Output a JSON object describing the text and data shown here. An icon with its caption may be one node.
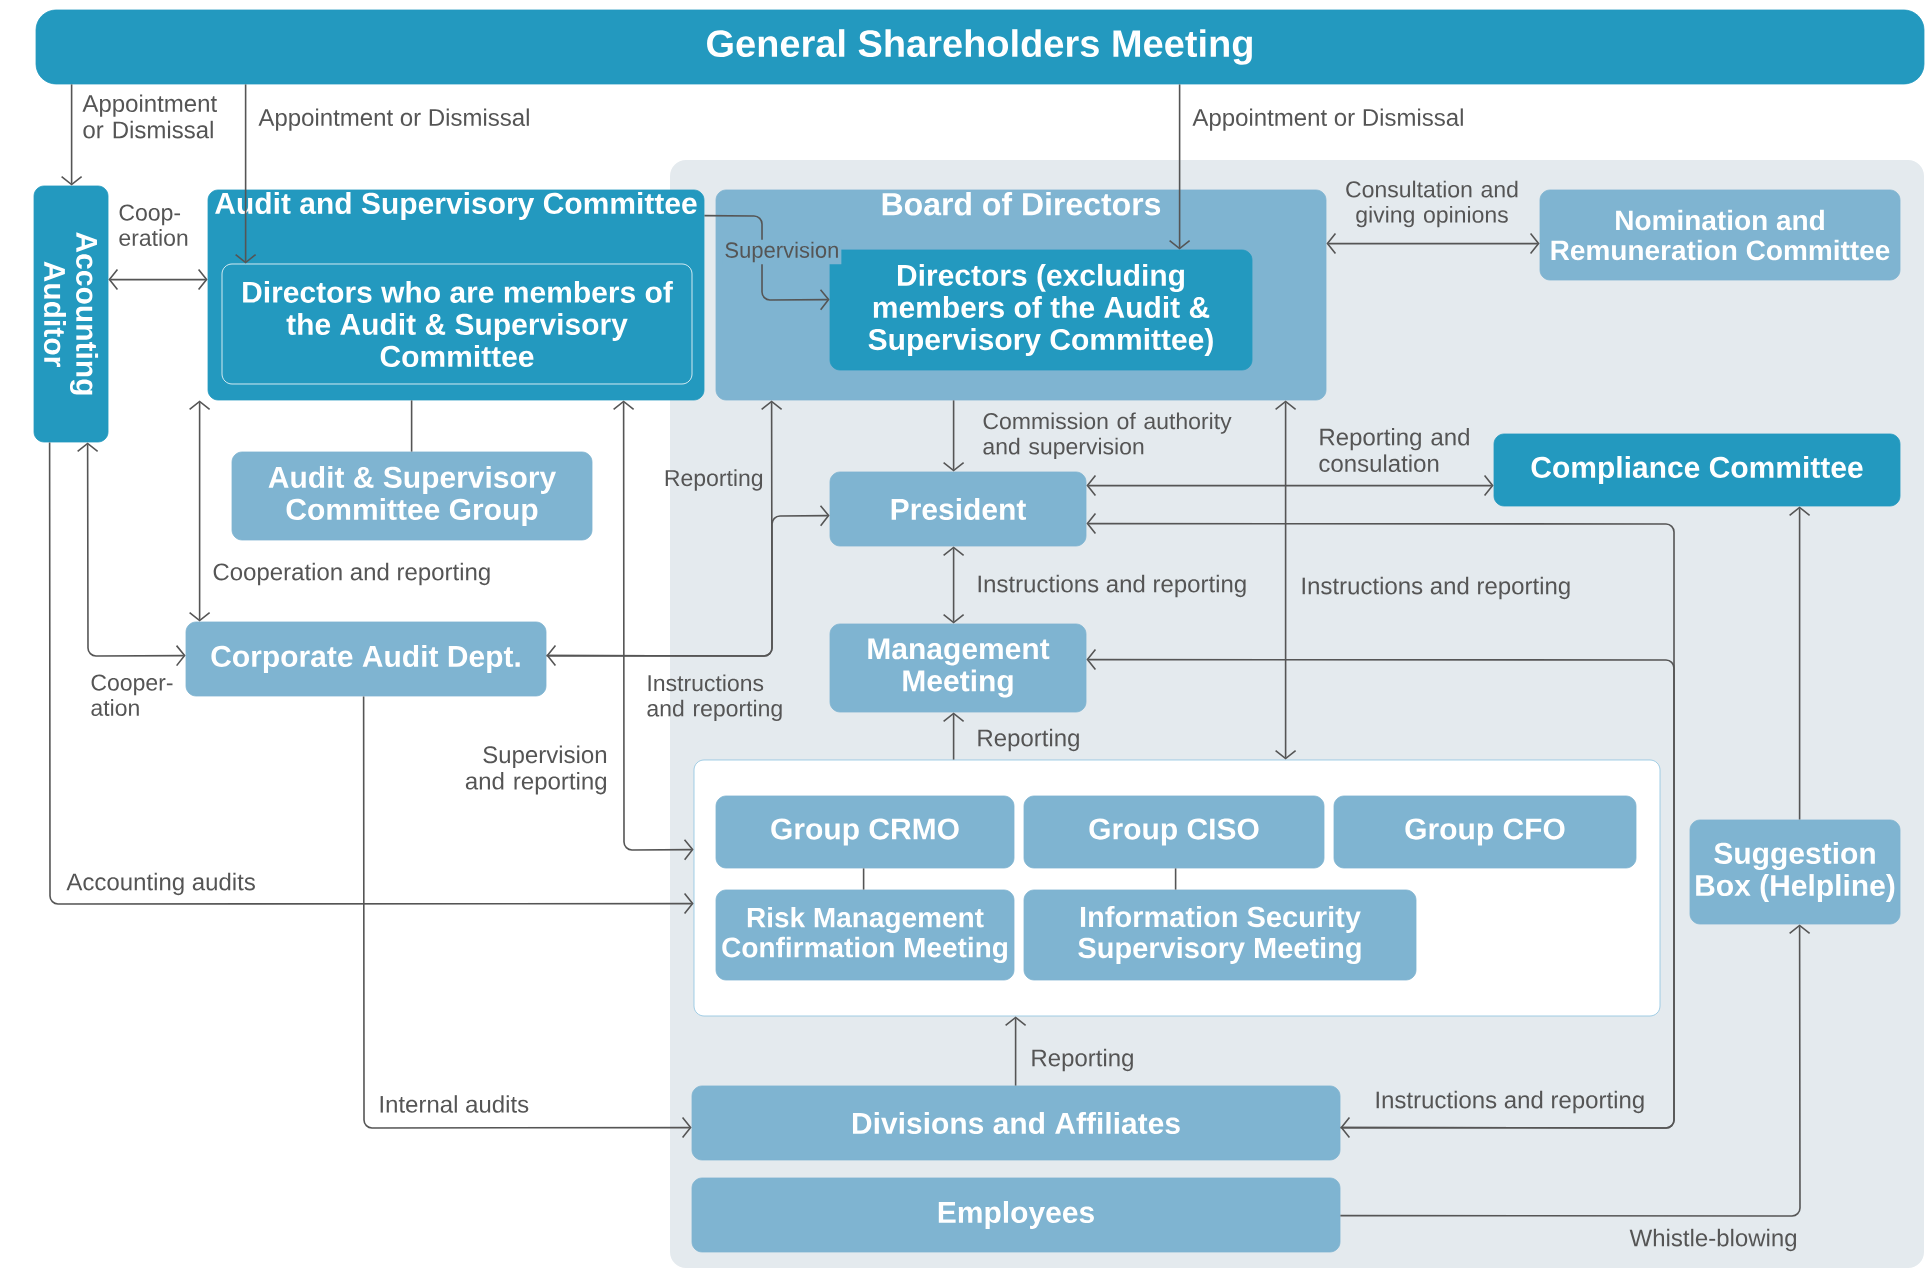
{
  "diagram": {
    "nodes": [
      {
        "text": [
          "General Shareholders Meeting"
        ]
      },
      {
        "text": [
          "Accounting Auditor"
        ]
      },
      {
        "text": [
          "Audit and Supervisory Committee"
        ]
      },
      {
        "text": [
          "Directors who are members of the Audit & Supervisory Committee"
        ],
        "in": 2
      },
      {
        "text": [
          "Audit & Supervisory Committee Group"
        ]
      },
      {
        "text": [
          "Corporate Audit Dept."
        ]
      },
      {
        "text": [
          "Board of Directors"
        ]
      },
      {
        "text": [
          "Directors (excluding members of the Audit & Supervisory Committee)"
        ],
        "in": 6
      },
      {
        "text": [
          "Nomination and Remuneration Committee"
        ]
      },
      {
        "text": [
          "President"
        ]
      },
      {
        "text": [
          "Compliance Committee"
        ]
      },
      {
        "text": [
          "Management Meeting"
        ]
      },
      {
        "text": [],
        "shape": "box"
      },
      {
        "text": [
          "Group CRMO"
        ],
        "in": 12
      },
      {
        "text": [
          "Group CISO"
        ],
        "in": 12
      },
      {
        "text": [
          "Group CFO"
        ],
        "in": 12
      },
      {
        "text": [
          "Risk Management Confirmation Meeting"
        ],
        "in": 12
      },
      {
        "text": [
          "Information Security Supervisory Meeting"
        ],
        "in": 12
      },
      {
        "text": [
          "Suggestion Box (Helpline)"
        ]
      },
      {
        "text": [
          "Divisions and Affiliates"
        ]
      },
      {
        "text": [
          "Employees"
        ]
      }
    ],
    "edges": [
      {
        "from": 0,
        "to": 1,
        "arrow": "to",
        "label": "Appointment or Dismissal"
      },
      {
        "from": 0,
        "to": 3,
        "arrow": "to",
        "label": "Appointment or Dismissal"
      },
      {
        "from": 0,
        "to": 7,
        "arrow": "to",
        "label": "Appointment or Dismissal"
      },
      {
        "from": 1,
        "to": 2,
        "arrow": "both",
        "label": "Coop-eration"
      },
      {
        "from": 2,
        "to": 7,
        "arrow": "to",
        "label": "Supervision"
      },
      {
        "from": 6,
        "to": 8,
        "arrow": "both",
        "label": "Consultation and giving opinions"
      },
      {
        "from": 6,
        "to": 9,
        "arrow": "to",
        "label": "Commission of authority and supervision"
      },
      {
        "from": 2,
        "to": 5,
        "arrow": "both",
        "label": "Cooperation and reporting"
      },
      {
        "from": 5,
        "to": 6,
        "arrow": "to",
        "label": "Reporting"
      },
      {
        "from": 9,
        "to": 5,
        "arrow": "both",
        "label": "Instructions and reporting"
      },
      {
        "from": 1,
        "to": 5,
        "arrow": "both",
        "label": "Cooper-ation"
      },
      {
        "from": 1,
        "to": 12,
        "arrow": "to",
        "label": "Accounting audits"
      },
      {
        "from": 5,
        "to": 19,
        "arrow": "to",
        "label": "Internal audits"
      },
      {
        "from": 2,
        "to": 12,
        "arrow": "both",
        "label": "Supervision and reporting"
      },
      {
        "from": 2,
        "to": 4,
        "arrow": "none"
      },
      {
        "from": 9,
        "to": 10,
        "arrow": "both",
        "label": "Reporting and consulation"
      },
      {
        "from": 9,
        "to": 19,
        "arrow": "both",
        "label": "Instructions and reporting"
      },
      {
        "from": 19,
        "to": 11,
        "arrow": "to"
      },
      {
        "from": 9,
        "to": 11,
        "arrow": "both",
        "label": "Instructions and reporting"
      },
      {
        "from": 12,
        "to": 11,
        "arrow": "to",
        "label": "Reporting"
      },
      {
        "from": 6,
        "to": 12,
        "arrow": "both",
        "label": "Instructions and reporting"
      },
      {
        "from": 19,
        "to": 12,
        "arrow": "to",
        "label": "Reporting"
      },
      {
        "from": 20,
        "to": 18,
        "arrow": "to",
        "label": "Whistle-blowing"
      },
      {
        "from": 18,
        "to": 10,
        "arrow": "to"
      },
      {
        "from": 13,
        "to": 16,
        "arrow": "none"
      },
      {
        "from": 14,
        "to": 17,
        "arrow": "none"
      }
    ]
  }
}
